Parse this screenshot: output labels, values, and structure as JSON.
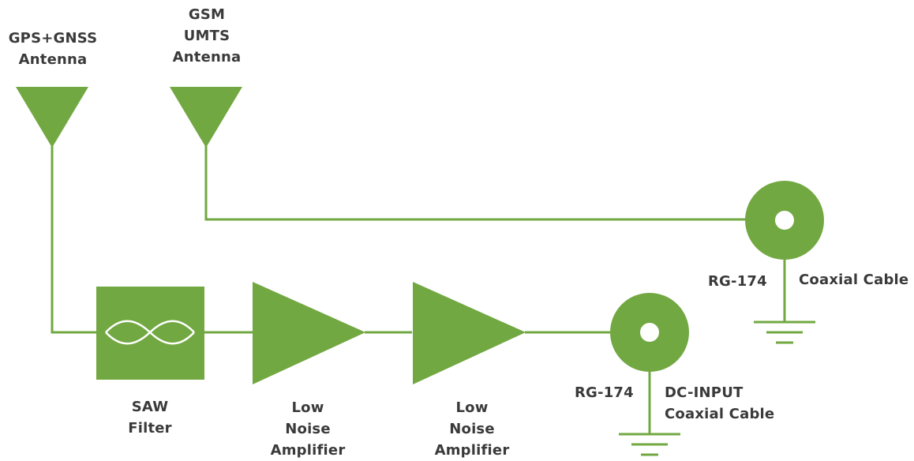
{
  "colors": {
    "accent": "#72a842",
    "label": "#3a3a3a",
    "background": "#ffffff"
  },
  "labels": {
    "gps_antenna": [
      "GPS+GNSS",
      "Antenna"
    ],
    "gsm_antenna": [
      "GSM",
      "UMTS",
      "Antenna"
    ],
    "saw_filter": [
      "SAW",
      "Filter"
    ],
    "lna_1": [
      "Low",
      "Noise",
      "Amplifier"
    ],
    "lna_2": [
      "Low",
      "Noise",
      "Amplifier"
    ],
    "connector_lower_cable": "RG-174",
    "connector_lower_desc": [
      "DC-INPUT",
      "Coaxial Cable"
    ],
    "connector_upper_cable": "RG-174",
    "connector_upper_desc": "Coaxial Cable"
  },
  "icons": {
    "antenna": "antenna-icon",
    "saw_filter": "saw-filter-icon",
    "amplifier": "amplifier-icon",
    "coax_connector": "coax-connector-icon",
    "ground": "ground-icon"
  }
}
